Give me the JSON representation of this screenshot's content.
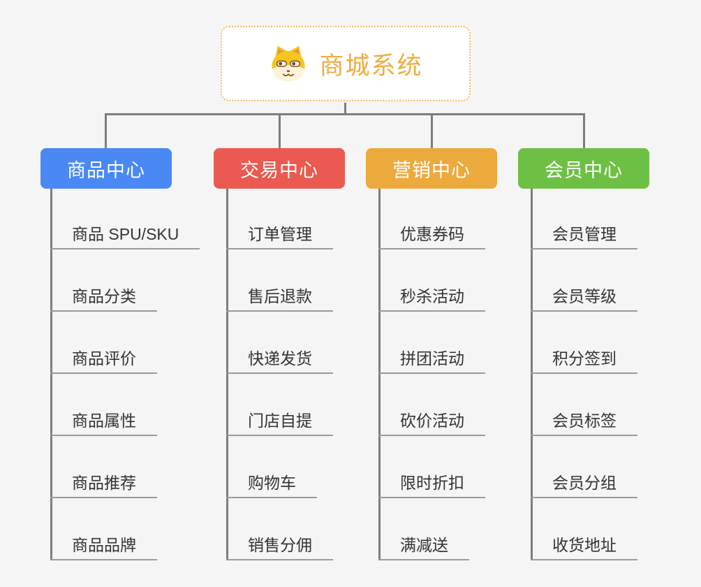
{
  "root": {
    "title": "商城系统",
    "icon": "dog-face-icon",
    "title_color": "#f0ac40",
    "border_color": "#f3ba5e"
  },
  "style": {
    "background": "#f5f5f5",
    "connector_color": "#7d7d7d",
    "leaf_underline_color": "#9a9a9a",
    "leaf_text_color": "#333333"
  },
  "branches": [
    {
      "label": "商品中心",
      "color": "#4a89f3",
      "items": [
        "商品 SPU/SKU",
        "商品分类",
        "商品评价",
        "商品属性",
        "商品推荐",
        "商品品牌"
      ]
    },
    {
      "label": "交易中心",
      "color": "#ea5a50",
      "items": [
        "订单管理",
        "售后退款",
        "快递发货",
        "门店自提",
        "购物车",
        "销售分佣"
      ]
    },
    {
      "label": "营销中心",
      "color": "#ecaa3c",
      "items": [
        "优惠券码",
        "秒杀活动",
        "拼团活动",
        "砍价活动",
        "限时折扣",
        "满减送"
      ]
    },
    {
      "label": "会员中心",
      "color": "#6ec045",
      "items": [
        "会员管理",
        "会员等级",
        "积分签到",
        "会员标签",
        "会员分组",
        "收货地址"
      ]
    }
  ]
}
